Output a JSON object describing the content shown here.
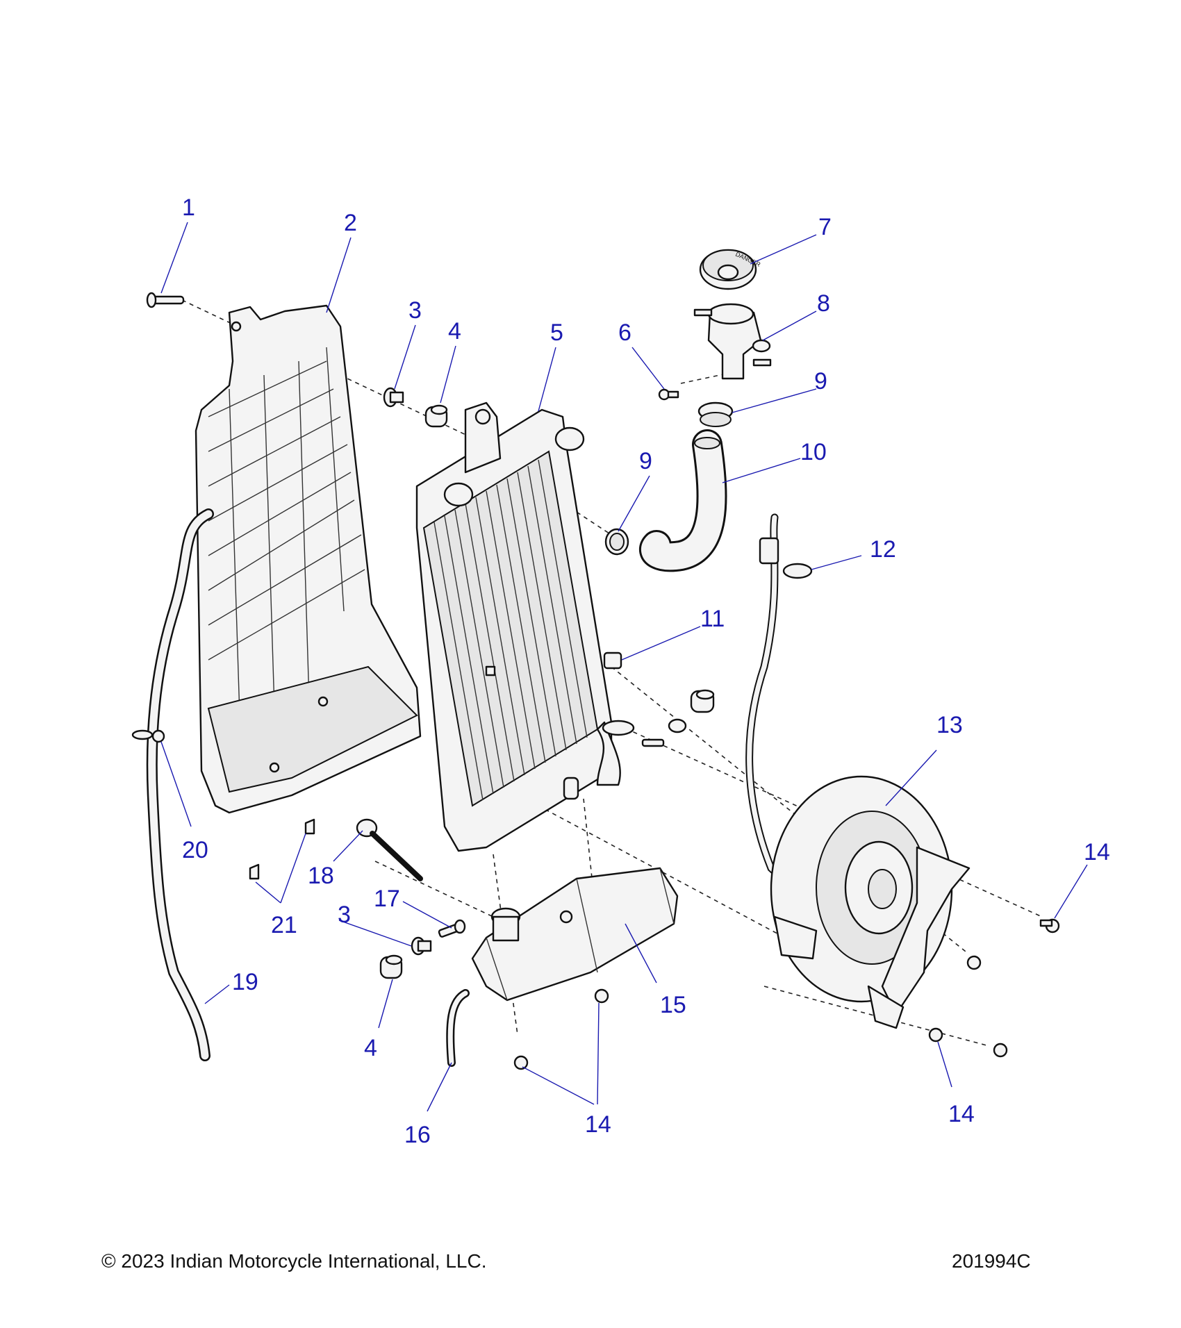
{
  "callouts": [
    "1",
    "2",
    "3",
    "4",
    "5",
    "6",
    "7",
    "8",
    "9",
    "9",
    "10",
    "11",
    "12",
    "13",
    "14",
    "14",
    "14",
    "14",
    "15",
    "16",
    "17",
    "18",
    "19",
    "20",
    "21",
    "3",
    "4"
  ],
  "cap_text": "DANGER",
  "footer": {
    "copyright": "© 2023 Indian Motorcycle International, LLC.",
    "drawing_number": "201994C"
  }
}
